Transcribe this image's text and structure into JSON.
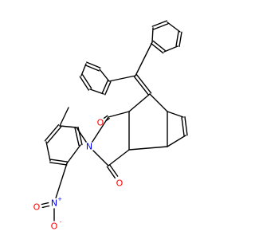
{
  "colors": {
    "bond": "#000000",
    "oxygen": "#ff0000",
    "nitrogen": "#0000ff",
    "background": "#ffffff"
  },
  "atoms": {
    "o_imide_top": {
      "symbol": "O"
    },
    "o_imide_bottom": {
      "symbol": "O"
    },
    "n_imide": {
      "symbol": "N"
    },
    "n_nitro": {
      "symbol": "N",
      "charge": "+"
    },
    "o_nitro_minus": {
      "symbol": "O",
      "charge": "-"
    },
    "o_nitro_double": {
      "symbol": "O"
    }
  }
}
